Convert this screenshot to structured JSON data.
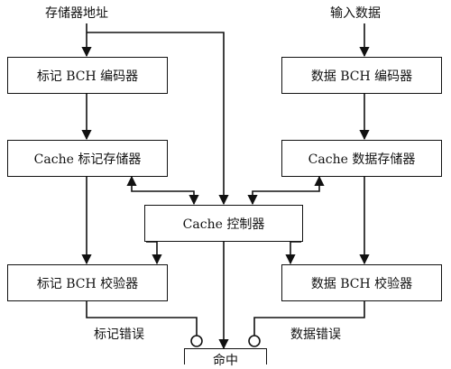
{
  "diagram": {
    "inputs": {
      "address": "存储器地址",
      "data_in": "输入数据"
    },
    "left_column": {
      "tag_encoder": "标记 BCH 编码器",
      "tag_store": "Cache 标记存储器",
      "tag_checker": "标记 BCH 校验器"
    },
    "right_column": {
      "data_encoder": "数据 BCH 编码器",
      "data_store": "Cache 数据存储器",
      "data_checker": "数据 BCH 校验器"
    },
    "controller": "Cache 控制器",
    "outputs": {
      "tag_error": "标记错误",
      "data_error": "数据错误",
      "hit": "命中"
    }
  }
}
